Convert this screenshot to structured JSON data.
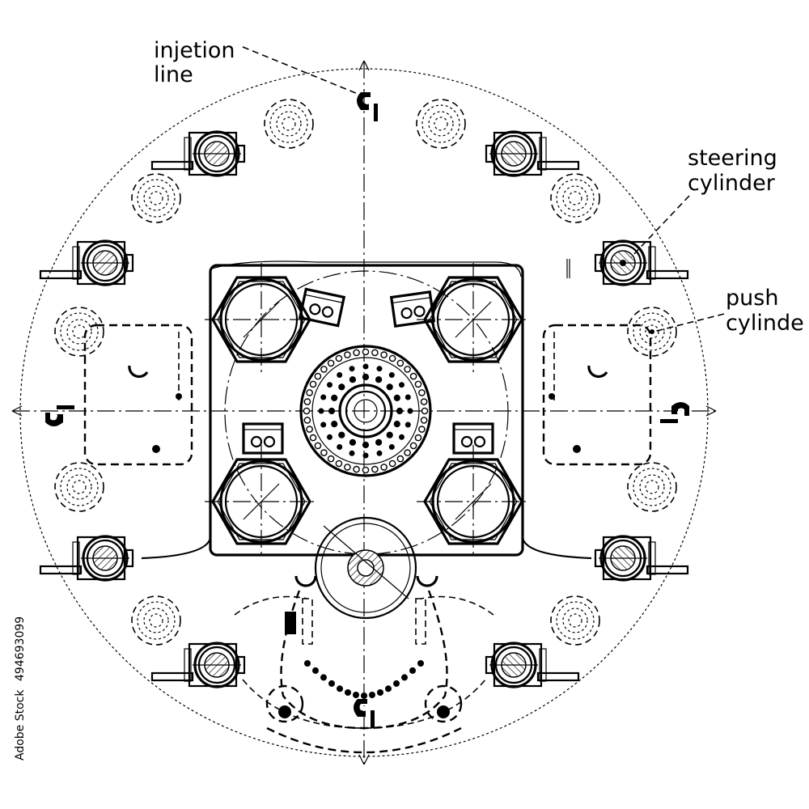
{
  "labels": {
    "injection_line": [
      "injetion",
      "line"
    ],
    "steering_cylinder": [
      "steering",
      "cylinder"
    ],
    "push_cylinder": [
      "push",
      "cylinde"
    ]
  },
  "watermark": {
    "stock_id": "494693099",
    "brand": "Adobe Stock"
  }
}
